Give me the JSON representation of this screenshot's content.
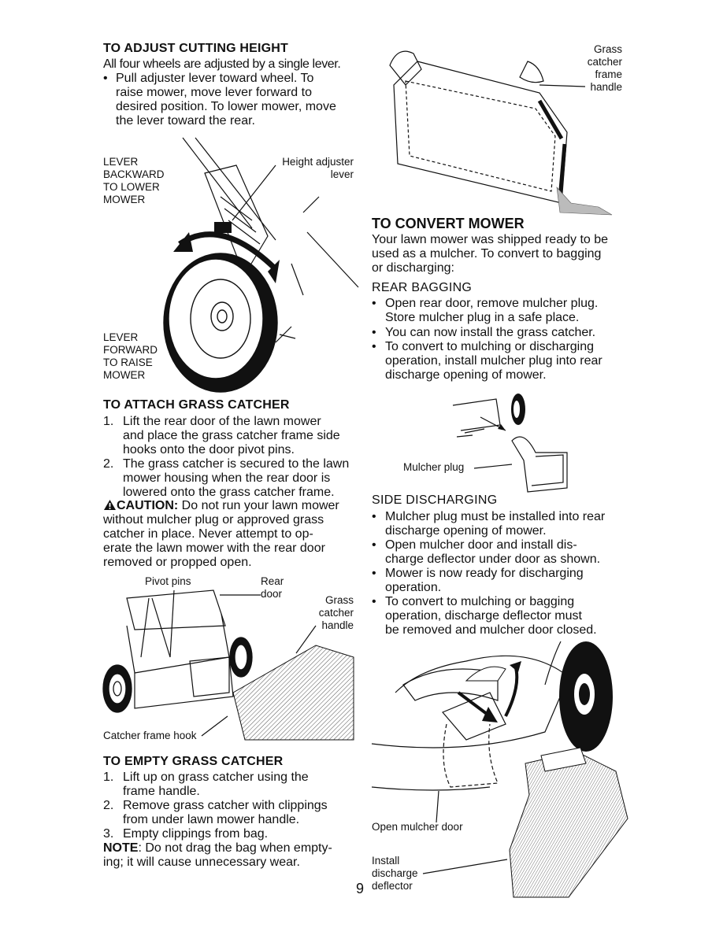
{
  "left": {
    "adjust": {
      "heading": "TO ADJUST CUTTING HEIGHT",
      "intro": "All four wheels are adjusted by a single lever.",
      "bullet_lines": [
        "Pull adjuster lever toward wheel. To",
        "raise mower, move lever forward to",
        "desired position. To lower mower, move",
        "the lever toward the rear."
      ]
    },
    "fig1": {
      "lever_backward": [
        "LEVER",
        "BACKWARD",
        "TO LOWER",
        "MOWER"
      ],
      "height_adjuster": [
        "Height adjuster",
        "lever"
      ],
      "lever_forward": [
        "LEVER",
        "FORWARD",
        "TO RAISE",
        "MOWER"
      ]
    },
    "attach": {
      "heading": "TO ATTACH GRASS CATCHER",
      "step1": [
        "Lift the rear door of the lawn mower",
        "and place the grass catcher frame side",
        "hooks onto the door pivot pins."
      ],
      "step2": [
        "The grass catcher is secured to the lawn",
        "mower housing when the rear door is",
        "lowered onto the grass catcher frame."
      ],
      "caution_label": "CAUTION:",
      "caution_lines": [
        "Do not run your lawn mower",
        "without mulcher plug or approved grass",
        "catcher in place. Never attempt to op-",
        "erate the lawn mower with the rear door",
        "removed or propped open."
      ]
    },
    "fig2": {
      "pivot_pins": "Pivot pins",
      "rear_door": [
        "Rear",
        "door"
      ],
      "grass_catcher_handle": [
        "Grass",
        "catcher",
        "handle"
      ],
      "catcher_frame_hook": "Catcher frame hook"
    },
    "empty": {
      "heading": "TO EMPTY GRASS CATCHER",
      "step1": [
        "Lift up on grass catcher using the",
        "frame handle."
      ],
      "step2": [
        "Remove grass catcher with clippings",
        "from under lawn mower handle."
      ],
      "step3": [
        "Empty clippings from bag."
      ],
      "note_label": "NOTE",
      "note_lines": [
        ": Do not drag the bag when empty-",
        "ing; it will cause unnecessary wear."
      ]
    }
  },
  "right": {
    "fig3": {
      "label": [
        "Grass",
        "catcher",
        "frame",
        "handle"
      ]
    },
    "convert": {
      "heading": "TO CONVERT MOWER",
      "intro": [
        "Your lawn mower was shipped ready to be",
        "used as a mulcher. To convert to bagging",
        "or discharging:"
      ],
      "rear_heading": "REAR BAGGING",
      "rear_b1": [
        "Open rear door, remove mulcher plug.",
        "Store mulcher plug in a safe place."
      ],
      "rear_b2": [
        "You can now install the grass catcher."
      ],
      "rear_b3": [
        "To convert to mulching or discharging",
        "operation, install mulcher plug into rear",
        "discharge opening of mower."
      ]
    },
    "fig4": {
      "mulcher_plug": "Mulcher plug"
    },
    "side": {
      "heading": "SIDE DISCHARGING",
      "b1": [
        "Mulcher plug must be installed into rear",
        "discharge opening of mower."
      ],
      "b2": [
        "Open mulcher door and install dis-",
        "charge deflector under door as shown."
      ],
      "b3": [
        "Mower is now ready for discharging",
        "operation."
      ],
      "b4": [
        "To convert to mulching or bagging",
        "operation, discharge deflector must",
        "be removed and mulcher door closed."
      ]
    },
    "fig5": {
      "open_mulcher_door": "Open mulcher door",
      "install_deflector": [
        "Install",
        "discharge",
        "deflector"
      ]
    }
  },
  "page_number": "9",
  "bullet_char": "•"
}
